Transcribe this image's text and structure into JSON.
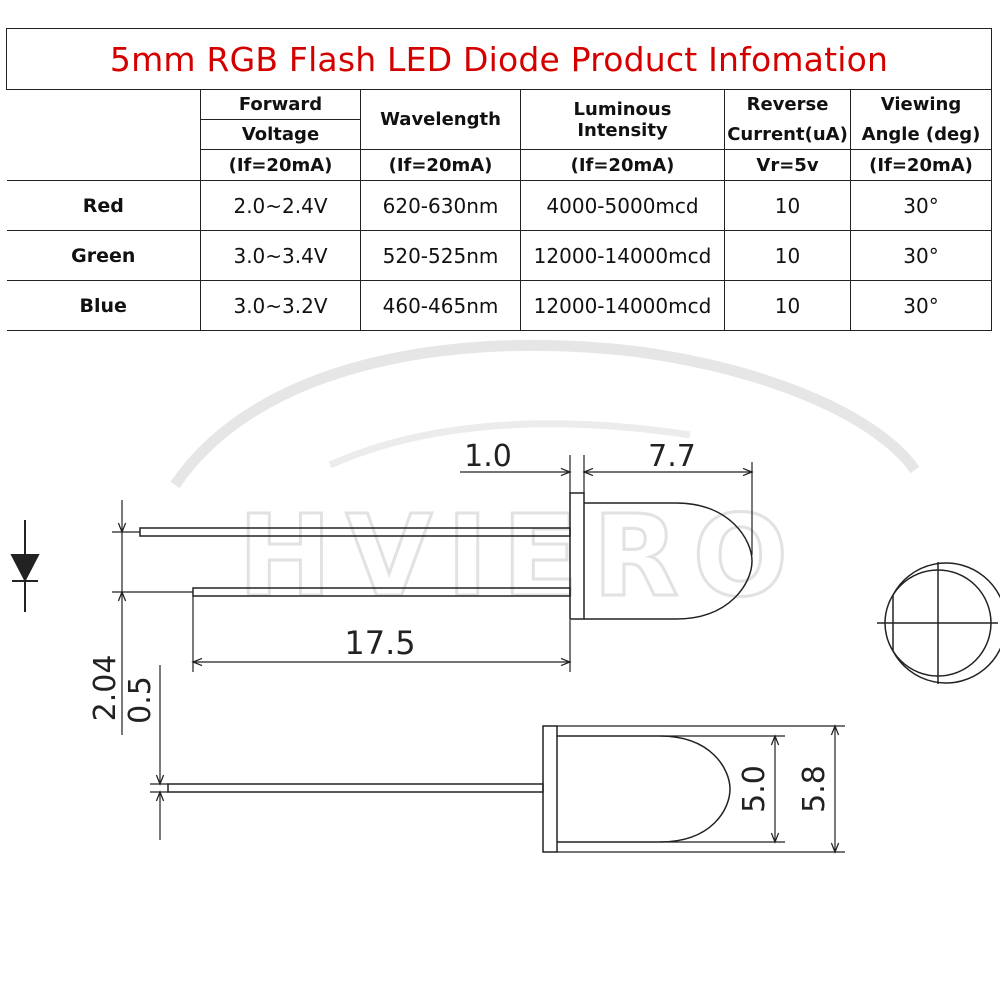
{
  "table": {
    "title": "5mm RGB Flash LED Diode Product Infomation",
    "headers": {
      "forward_line1": "Forward",
      "forward_line2": "Voltage",
      "wavelength": "Wavelength",
      "luminous_line1": "Luminous",
      "luminous_line2": "Intensity",
      "reverse_line1": "Reverse",
      "reverse_line2": "Current(uA)",
      "viewing_line1": "Viewing",
      "viewing_line2": "Angle (deg)"
    },
    "conditions": [
      "(If=20mA)",
      "(If=20mA)",
      "(If=20mA)",
      "Vr=5v",
      "(If=20mA)"
    ],
    "rows": [
      {
        "color": "Red",
        "voltage": "2.0~2.4V",
        "wavelength": "620-630nm",
        "intensity": "4000-5000mcd",
        "current": "10",
        "angle": "30°"
      },
      {
        "color": "Green",
        "voltage": "3.0~3.4V",
        "wavelength": "520-525nm",
        "intensity": "12000-14000mcd",
        "current": "10",
        "angle": "30°"
      },
      {
        "color": "Blue",
        "voltage": "3.0~3.2V",
        "wavelength": "460-465nm",
        "intensity": "12000-14000mcd",
        "current": "10",
        "angle": "30°"
      }
    ]
  },
  "drawing": {
    "dim_flange": "1.0",
    "dim_body_length": "7.7",
    "dim_lead_length": "17.5",
    "dim_lead_pitch": "2.04",
    "dim_lead_thickness": "0.5",
    "dim_lens_diameter": "5.0",
    "dim_flange_diameter": "5.8",
    "watermark": "HVIERO"
  },
  "colors": {
    "title_red": "#d40000",
    "line": "#222222",
    "watermark": "#e4e4e4"
  }
}
